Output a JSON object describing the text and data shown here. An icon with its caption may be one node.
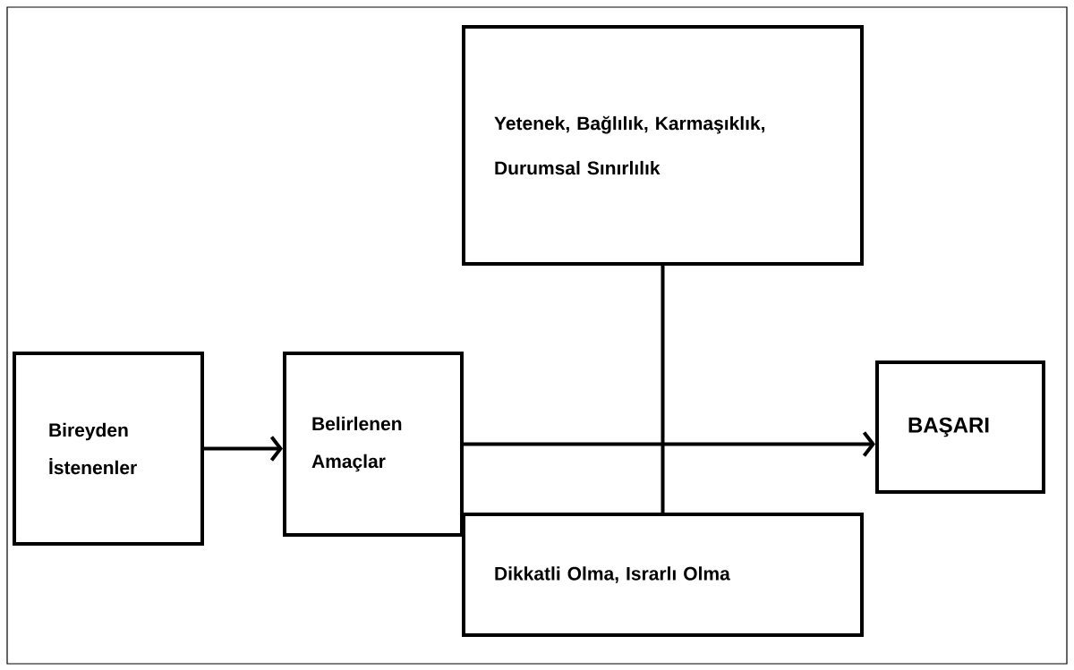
{
  "diagram": {
    "nodes": [
      {
        "text": [
          "Bireyden İstenenler"
        ]
      },
      {
        "text": [
          "Belirlenen Amaçlar"
        ]
      },
      {
        "text": [
          "Yetenek, Bağlılık, Karmaşıklık, Durumsal Sınırlılık"
        ]
      },
      {
        "text": [
          "BAŞARI"
        ]
      },
      {
        "text": [
          "Dikkatli Olma, Israrlı Olma"
        ]
      }
    ],
    "edges": [
      {
        "from": 0,
        "to": 1,
        "arrow": "to"
      },
      {
        "from": 1,
        "to": 3,
        "arrow": "to"
      },
      {
        "from": 2,
        "to": 4,
        "arrow": "none"
      }
    ]
  }
}
